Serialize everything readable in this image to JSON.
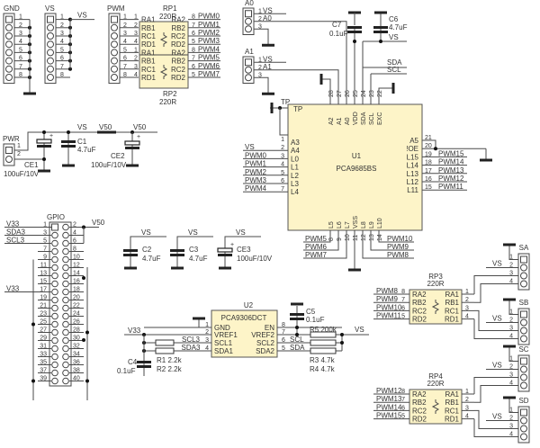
{
  "headers": {
    "gnd": {
      "label": "GND",
      "pins": [
        "1",
        "2",
        "3",
        "4",
        "5",
        "6",
        "7",
        "8"
      ]
    },
    "vs": {
      "label": "VS",
      "pins": [
        "1",
        "2",
        "3",
        "4",
        "5",
        "6",
        "7",
        "8"
      ],
      "net": "VS"
    },
    "pwm": {
      "label": "PWM",
      "pins": [
        "1",
        "2",
        "3",
        "4",
        "5",
        "6",
        "7",
        "8"
      ]
    },
    "a0": {
      "label": "A0",
      "pins": [
        "1",
        "2",
        "3"
      ],
      "nets": [
        "VS",
        "A0"
      ]
    },
    "a1": {
      "label": "A1",
      "pins": [
        "1",
        "2",
        "3"
      ],
      "nets": [
        "VS",
        "A1"
      ]
    },
    "pwr": {
      "label": "PWR",
      "pins": [
        "1",
        "2"
      ]
    },
    "gpio": {
      "label": "GPIO",
      "odd": [
        "1",
        "3",
        "5",
        "7",
        "9",
        "11",
        "13",
        "15",
        "17",
        "19",
        "21",
        "23",
        "25",
        "27",
        "29",
        "31",
        "33",
        "35",
        "37",
        "39"
      ],
      "even": [
        "2",
        "4",
        "6",
        "8",
        "10",
        "12",
        "14",
        "16",
        "18",
        "20",
        "22",
        "24",
        "26",
        "28",
        "30",
        "32",
        "34",
        "36",
        "38",
        "40"
      ],
      "nets_left": [
        "V33",
        "SDA3",
        "SCL3",
        "V33"
      ],
      "net_right": "V50"
    },
    "sa": {
      "label": "SA",
      "pins": [
        "1",
        "2",
        "3",
        "4"
      ],
      "net": "VS"
    },
    "sb": {
      "label": "SB",
      "pins": [
        "1",
        "2",
        "3",
        "4"
      ],
      "net": "VS"
    },
    "sc": {
      "label": "SC",
      "pins": [
        "1",
        "2",
        "3",
        "4"
      ],
      "net": "VS"
    },
    "sd": {
      "label": "SD",
      "pins": [
        "1",
        "2",
        "3",
        "4"
      ],
      "net": "VS"
    }
  },
  "rp1": {
    "ref": "RP1",
    "value": "220R",
    "left": [
      "RA1",
      "RB1",
      "RC1",
      "RD1"
    ],
    "right": [
      "RA2",
      "RB2",
      "RC2",
      "RD2"
    ],
    "left_pins": [
      "1",
      "2",
      "3",
      "4"
    ],
    "right_pins": [
      "8",
      "7",
      "6",
      "5"
    ],
    "nets": [
      "PWM0",
      "PWM1",
      "PWM2",
      "PWM3"
    ]
  },
  "rp2": {
    "ref": "RP2",
    "value": "220R",
    "left": [
      "RA1",
      "RB1",
      "RC1",
      "RD1"
    ],
    "right": [
      "RA2",
      "RB2",
      "RC2",
      "RD2"
    ],
    "left_pins": [
      "1",
      "2",
      "3",
      "4"
    ],
    "right_pins": [
      "8",
      "7",
      "6",
      "5"
    ],
    "nets": [
      "PWM4",
      "PWM5",
      "PWM6",
      "PWM7"
    ]
  },
  "rp3": {
    "ref": "RP3",
    "value": "220R",
    "left": [
      "RA2",
      "RB2",
      "RC2",
      "RD2"
    ],
    "right": [
      "RA1",
      "RB1",
      "RC1",
      "RD1"
    ],
    "left_pins": [
      "8",
      "7",
      "6",
      "5"
    ],
    "right_pins": [
      "1",
      "2",
      "3",
      "4"
    ],
    "nets": [
      "PWM8",
      "PWM9",
      "PWM10",
      "PWM11"
    ]
  },
  "rp4": {
    "ref": "RP4",
    "value": "220R",
    "left": [
      "RA2",
      "RB2",
      "RC2",
      "RD2"
    ],
    "right": [
      "RA1",
      "RB1",
      "RC1",
      "RD1"
    ],
    "left_pins": [
      "8",
      "7",
      "6",
      "5"
    ],
    "right_pins": [
      "1",
      "2",
      "3",
      "4"
    ],
    "nets": [
      "PWM12",
      "PWM13",
      "PWM14",
      "PWM15"
    ]
  },
  "u1": {
    "ref": "U1",
    "part": "PCA9685BS",
    "left_pins": [
      {
        "n": "1",
        "name": "A3",
        "net": ""
      },
      {
        "n": "2",
        "name": "A4",
        "net": "VS"
      },
      {
        "n": "3",
        "name": "L0",
        "net": "PWM0"
      },
      {
        "n": "4",
        "name": "L1",
        "net": "PWM1"
      },
      {
        "n": "5",
        "name": "L2",
        "net": "PWM2"
      },
      {
        "n": "6",
        "name": "L3",
        "net": "PWM3"
      },
      {
        "n": "7",
        "name": "L4",
        "net": "PWM4"
      }
    ],
    "top_pins": [
      {
        "n": "28",
        "name": "A2"
      },
      {
        "n": "27",
        "name": "A1"
      },
      {
        "n": "26",
        "name": "A0"
      },
      {
        "n": "25",
        "name": "VDD"
      },
      {
        "n": "24",
        "name": "SDA"
      },
      {
        "n": "23",
        "name": "SCL"
      },
      {
        "n": "22",
        "name": "EXC"
      }
    ],
    "right_pins": [
      {
        "n": "21",
        "name": "A5",
        "net": ""
      },
      {
        "n": "20",
        "name": "!OE",
        "net": ""
      },
      {
        "n": "19",
        "name": "L15",
        "net": "PWM15"
      },
      {
        "n": "18",
        "name": "L14",
        "net": "PWM14"
      },
      {
        "n": "17",
        "name": "L13",
        "net": "PWM13"
      },
      {
        "n": "16",
        "name": "L12",
        "net": "PWM12"
      },
      {
        "n": "15",
        "name": "L11",
        "net": "PWM11"
      }
    ],
    "bottom_pins": [
      {
        "n": "8",
        "name": "L5",
        "net": "PWM5"
      },
      {
        "n": "9",
        "name": "L6",
        "net": "PWM6"
      },
      {
        "n": "10",
        "name": "L7",
        "net": "PWM7"
      },
      {
        "n": "11",
        "name": "VSS",
        "net": ""
      },
      {
        "n": "12",
        "name": "L8",
        "net": "PWM8"
      },
      {
        "n": "13",
        "name": "L9",
        "net": "PWM9"
      },
      {
        "n": "14",
        "name": "L10",
        "net": "PWM10"
      }
    ],
    "tp": "TP"
  },
  "u2": {
    "ref": "U2",
    "part": "PCA9306DCT",
    "left_pins": [
      {
        "n": "1",
        "name": "GND",
        "net": ""
      },
      {
        "n": "2",
        "name": "VREF1",
        "net": "V33"
      },
      {
        "n": "3",
        "name": "SCL1",
        "net": "SCL3"
      },
      {
        "n": "4",
        "name": "SDA1",
        "net": "SDA3"
      }
    ],
    "right_pins": [
      {
        "n": "8",
        "name": "EN",
        "net": ""
      },
      {
        "n": "7",
        "name": "VREF2",
        "net": ""
      },
      {
        "n": "6",
        "name": "SCL2",
        "net": "SCL"
      },
      {
        "n": "5",
        "name": "SDA2",
        "net": "SDA"
      }
    ],
    "vs_net": "VS"
  },
  "passives": {
    "c7": {
      "ref": "C7",
      "value": "0.1uF"
    },
    "c6": {
      "ref": "C6",
      "value": "4.7uF"
    },
    "c1": {
      "ref": "C1",
      "value": "4.7uF"
    },
    "ce1": {
      "ref": "CE1",
      "value": "100uF/10V"
    },
    "ce2": {
      "ref": "CE2",
      "value": "100uF/10V"
    },
    "c2": {
      "ref": "C2",
      "value": "4.7uF"
    },
    "c3": {
      "ref": "C3",
      "value": "4.7uF"
    },
    "ce3": {
      "ref": "CE3",
      "value": "100uF/10V"
    },
    "c4": {
      "ref": "C4",
      "value": "0.1uF"
    },
    "c5": {
      "ref": "C5",
      "value": "0.1uF"
    },
    "r1": {
      "ref": "R1",
      "value": "2.2k"
    },
    "r2": {
      "ref": "R2",
      "value": "2.2k"
    },
    "r3": {
      "ref": "R3",
      "value": "4.7k"
    },
    "r4": {
      "ref": "R4",
      "value": "4.7k"
    },
    "r5": {
      "ref": "R5",
      "value": "200k"
    }
  },
  "nets": {
    "vs": "VS",
    "v50": "V50",
    "sda": "SDA",
    "scl": "SCL",
    "v33": "V33",
    "plus": "+"
  },
  "colors": {
    "ic_fill": "#fdf4c8",
    "wire": "#4a4a4a"
  }
}
